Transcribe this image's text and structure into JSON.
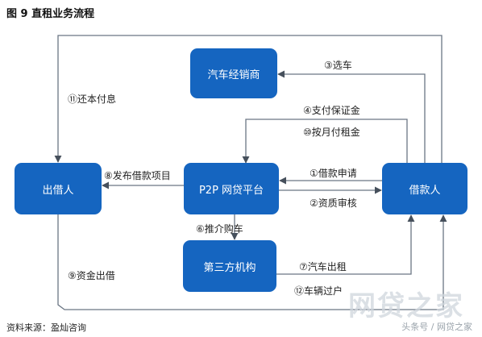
{
  "figure_title": "图 9  直租业务流程",
  "nodes": {
    "dealer": "汽车经销商",
    "platform": "P2P 网贷平台",
    "third_party": "第三方机构",
    "lender": "出借人",
    "borrower": "借款人"
  },
  "edges": {
    "select_car": "③选车",
    "pay_deposit": "④支付保证金",
    "monthly_rent": "⑩按月付租金",
    "repay": "⑪还本付息",
    "publish": "⑧发布借款项目",
    "apply": "①借款申请",
    "review": "②资质审核",
    "recommend": "⑥推介购车",
    "lease": "⑦汽车出租",
    "transfer": "⑫车辆过户",
    "funds": "⑨资金出借"
  },
  "source": "资料来源：盈灿咨询",
  "watermark": {
    "main": "网贷之家",
    "sub": "头条号 / 网贷之家"
  },
  "colors": {
    "box": "#1565c0",
    "line": "#6b7684"
  }
}
